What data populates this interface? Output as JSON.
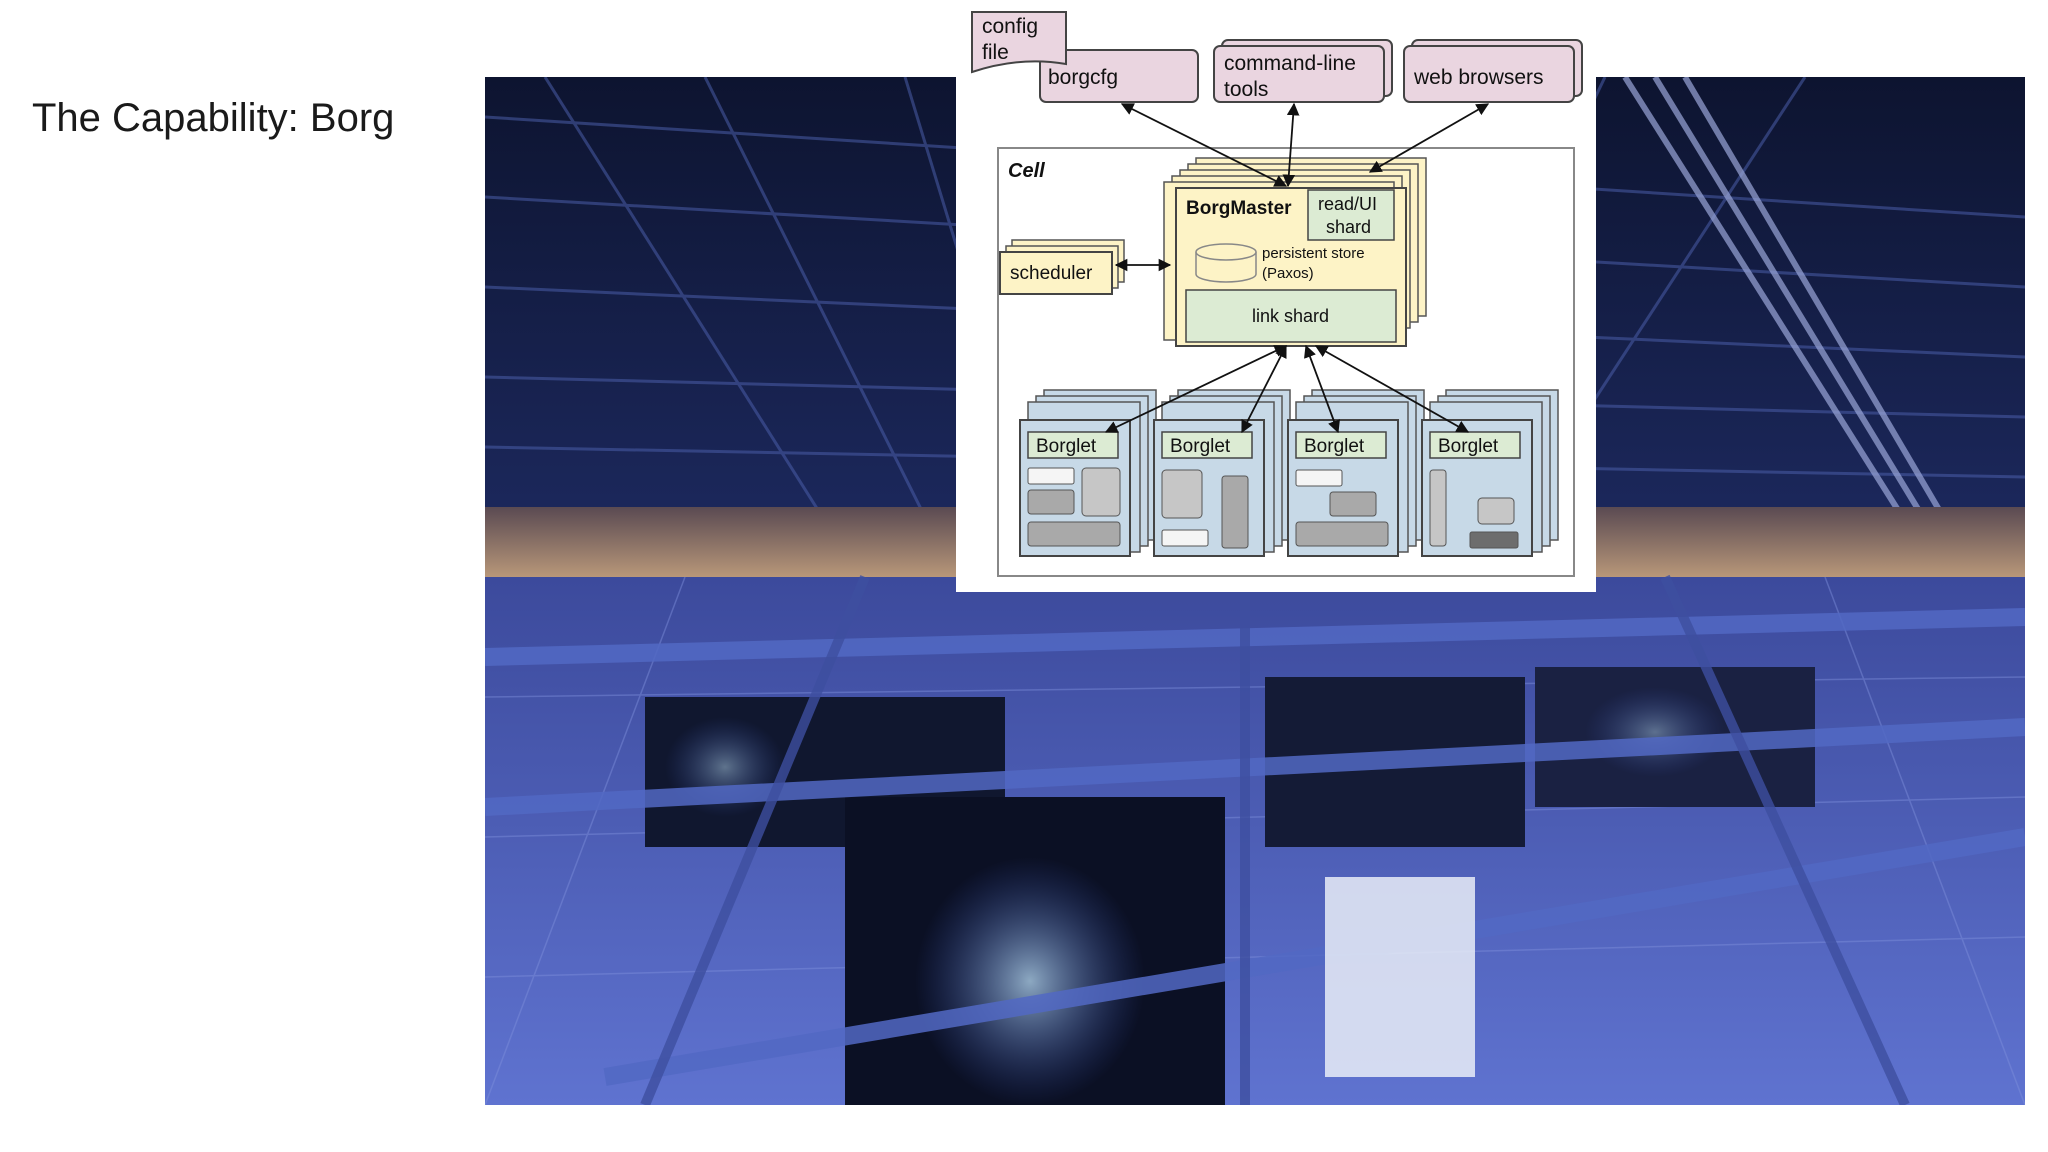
{
  "slide": {
    "title": "The Capability: Borg"
  },
  "diagram": {
    "config_file": [
      "config",
      "file"
    ],
    "borgcfg": "borgcfg",
    "command_line_tools": [
      "command-line",
      "tools"
    ],
    "web_browsers": "web browsers",
    "cell": "Cell",
    "borgmaster": "BorgMaster",
    "read_ui_shard": [
      "read/UI",
      "shard"
    ],
    "persistent_store": [
      "persistent store",
      "(Paxos)"
    ],
    "link_shard": "link shard",
    "scheduler": "scheduler",
    "borglets": [
      "Borglet",
      "Borglet",
      "Borglet",
      "Borglet"
    ]
  },
  "colors": {
    "pink": "#ead5e0",
    "yellow": "#fdf3c6",
    "green": "#dcebd3",
    "blue": "#c7d9e7",
    "task_light": "#f5f5f5",
    "task_gray": "#a9a9a9",
    "task_mid": "#c6c6c6",
    "task_dark": "#6d6d6d"
  }
}
